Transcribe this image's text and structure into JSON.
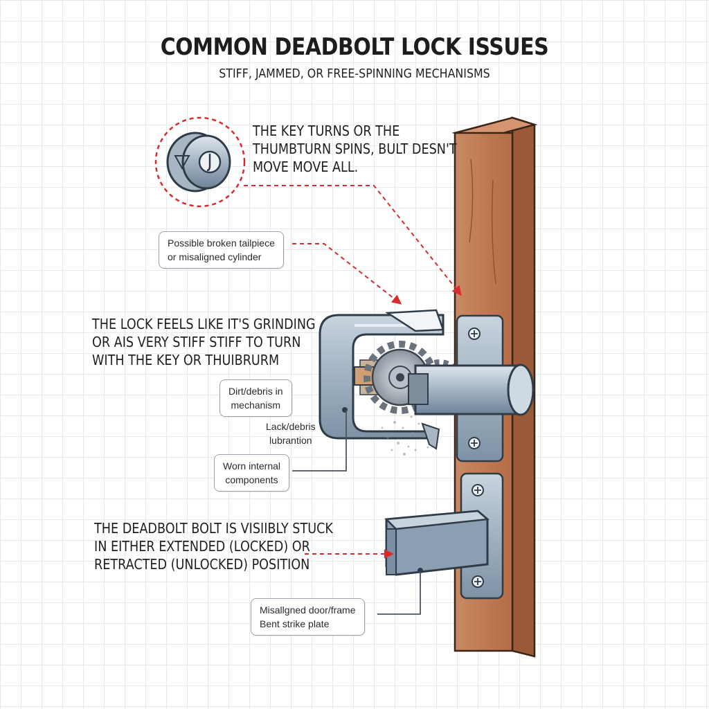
{
  "title": "COMMON DEADBOLT LOCK ISSUES",
  "subtitle": "STIFF, JAMMED, OR FREE-SPINNING MECHANISMS",
  "issues": [
    {
      "lines": [
        "THE KEY TURNS OR THE",
        "THUMBTURN SPINS, BULT DESN'T",
        "MOVE MOVE ALL."
      ],
      "notes": [
        [
          "Possible broken tailpiece",
          "or misaligned cylinder"
        ]
      ]
    },
    {
      "lines": [
        "THE LOCK FEELS LIKE IT'S GRINDING",
        "OR AIS VERY STIFF STIFF TO TURN",
        "WITH THE KEY OR THUIBRURM"
      ],
      "notes": [
        [
          "Dirt/debris in",
          "mechanism"
        ],
        [
          "Lack/debris",
          "lubrantion"
        ],
        [
          "Worn internal",
          "components"
        ]
      ]
    },
    {
      "lines": [
        "THE DEADBOLT BOLT IS VISIIBLY STUCK",
        "IN EITHER EXTENDED (LOCKED) OR",
        "RETRACTED (UNLOCKED) POSITION"
      ],
      "notes": [
        [
          "Misallgned door/frame",
          "Bent strike plate"
        ]
      ]
    }
  ],
  "colors": {
    "accent_red": "#d92b2b",
    "door_wood": "#c07a52",
    "metal": "#9fb1c2",
    "text": "#1f1f1f"
  }
}
